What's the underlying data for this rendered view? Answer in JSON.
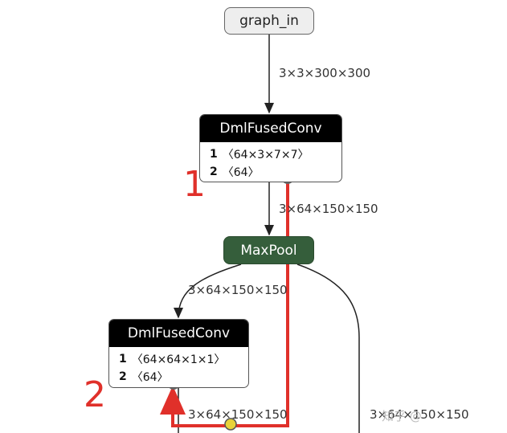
{
  "nodes": {
    "graph_in": "graph_in",
    "conv1": {
      "title": "DmlFusedConv",
      "inputs": [
        {
          "idx": "1",
          "shape": "〈64×3×7×7〉"
        },
        {
          "idx": "2",
          "shape": "〈64〉"
        }
      ]
    },
    "maxpool": "MaxPool",
    "conv2": {
      "title": "DmlFusedConv",
      "inputs": [
        {
          "idx": "1",
          "shape": "〈64×64×1×1〉"
        },
        {
          "idx": "2",
          "shape": "〈64〉"
        }
      ]
    }
  },
  "edge_labels": {
    "in_to_conv1": "3×3×300×300",
    "conv1_to_maxpool": "3×64×150×150",
    "maxpool_to_conv2": "3×64×150×150",
    "conv2_out": "3×64×150×150",
    "maxpool_right": "3×64×150×150"
  },
  "annotations": {
    "one": "1",
    "two": "2"
  },
  "watermark": "知乎 @",
  "colors": {
    "highlight": "#e0302a",
    "maxpool": "#355e3b",
    "marker": "#e8d23a"
  }
}
